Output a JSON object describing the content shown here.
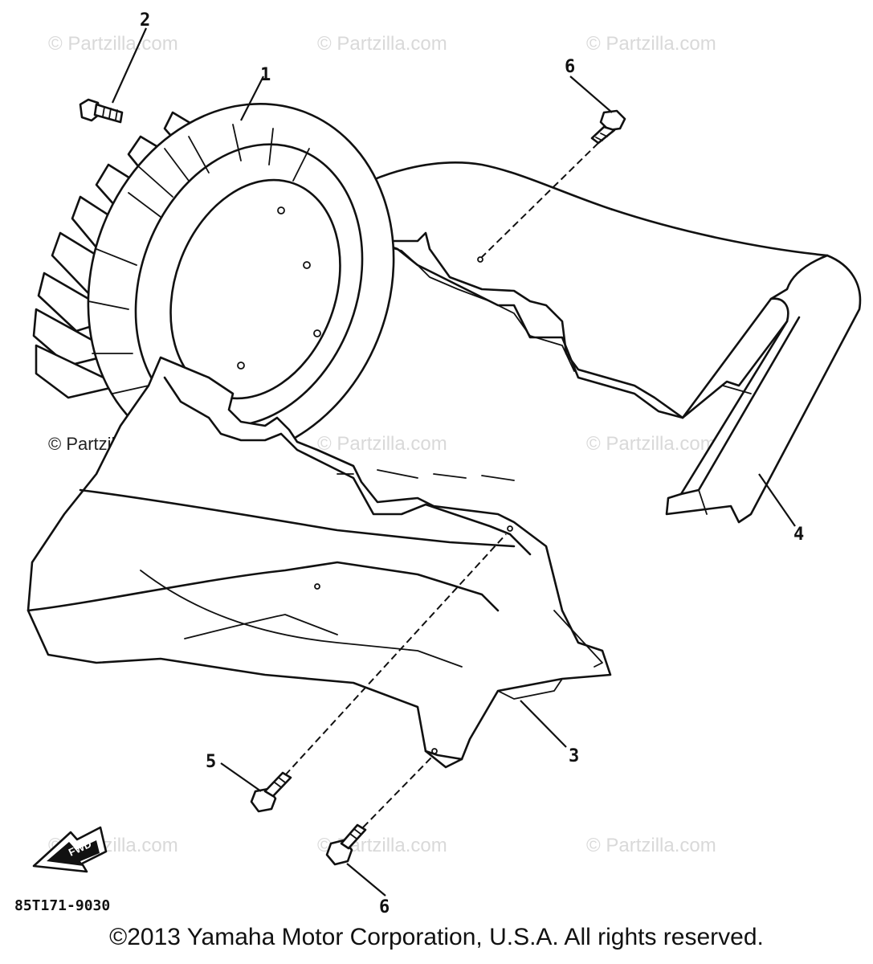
{
  "diagram": {
    "callouts": {
      "c1": "1",
      "c2": "2",
      "c3": "3",
      "c4": "4",
      "c5": "5",
      "c6a": "6",
      "c6b": "6"
    },
    "fwd_label": "FWD",
    "part_code": "85T171-9030",
    "watermark": "© Partzilla.com",
    "copyright": "©2013  Yamaha Motor Corporation, U.S.A. All rights reserved."
  }
}
